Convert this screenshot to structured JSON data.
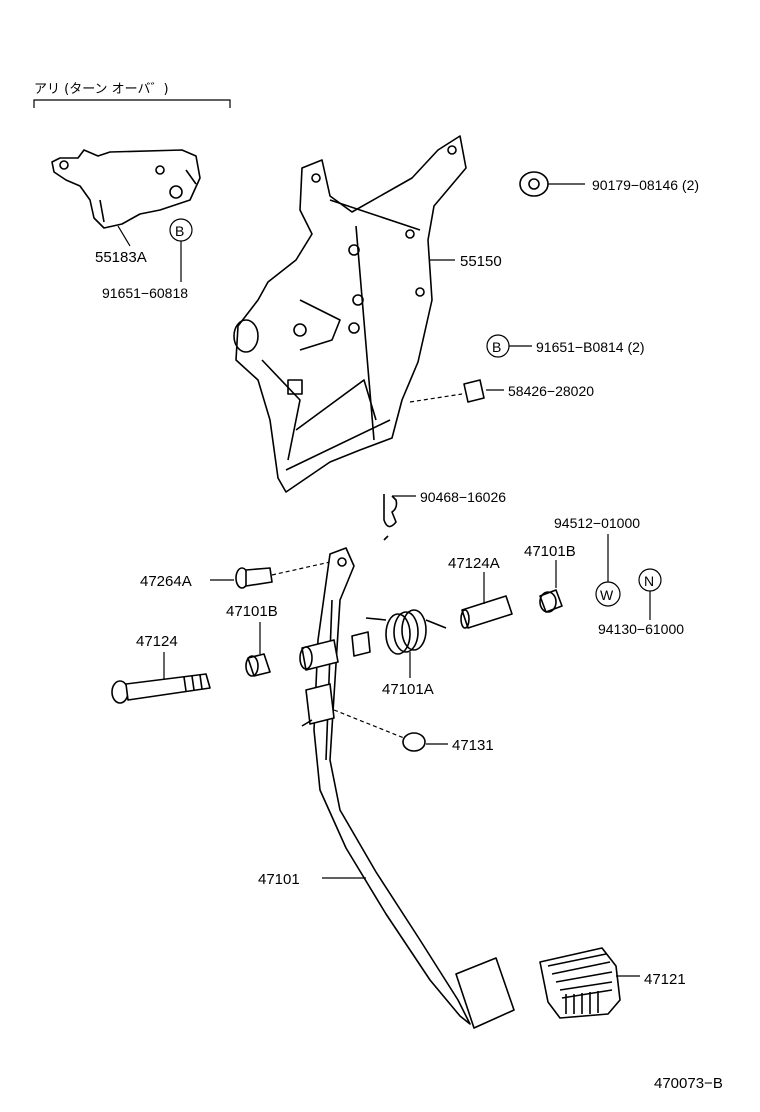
{
  "header": {
    "variant_label": "アリ (ターン オーバ゛)"
  },
  "labels": {
    "p55183A": "55183A",
    "p91651_60818": "91651−60818",
    "p55150": "55150",
    "p90179": "90179−08146 (2)",
    "p91651_B0814": "91651−B0814 (2)",
    "p58426": "58426−28020",
    "p90468": "90468−16026",
    "p94512": "94512−01000",
    "p47124A": "47124A",
    "p47101B_right": "47101B",
    "p47264A": "47264A",
    "p47101B_left": "47101B",
    "p47124": "47124",
    "p94130": "94130−61000",
    "p47101A": "47101A",
    "p47131": "47131",
    "p47101": "47101",
    "p47121": "47121"
  },
  "markers": {
    "b1": "B",
    "b2": "B",
    "w": "W",
    "n": "N"
  },
  "footer": {
    "figure_id": "470073−B"
  }
}
